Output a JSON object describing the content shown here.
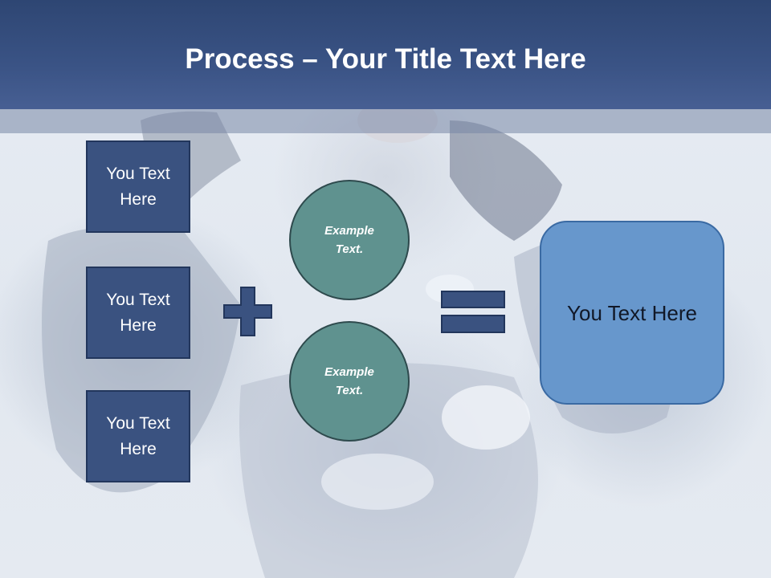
{
  "slide": {
    "title_strong": "Process",
    "title_rest": " – Your Title Text Here"
  },
  "left_boxes": [
    {
      "text": "You Text Here"
    },
    {
      "text": "You Text Here"
    },
    {
      "text": "You Text Here"
    }
  ],
  "circles": [
    {
      "text": "Example Text."
    },
    {
      "text": "Example Text."
    }
  ],
  "result": {
    "text": "You Text Here"
  },
  "operators": {
    "plus": "plus-icon",
    "equals": "equals-icon"
  },
  "colors": {
    "header": "#3a5385",
    "box_fill": "#3a5280",
    "box_border": "#22365c",
    "circle_fill": "#5f928f",
    "result_fill": "#6797cc",
    "operator_fill": "#3a5280"
  }
}
